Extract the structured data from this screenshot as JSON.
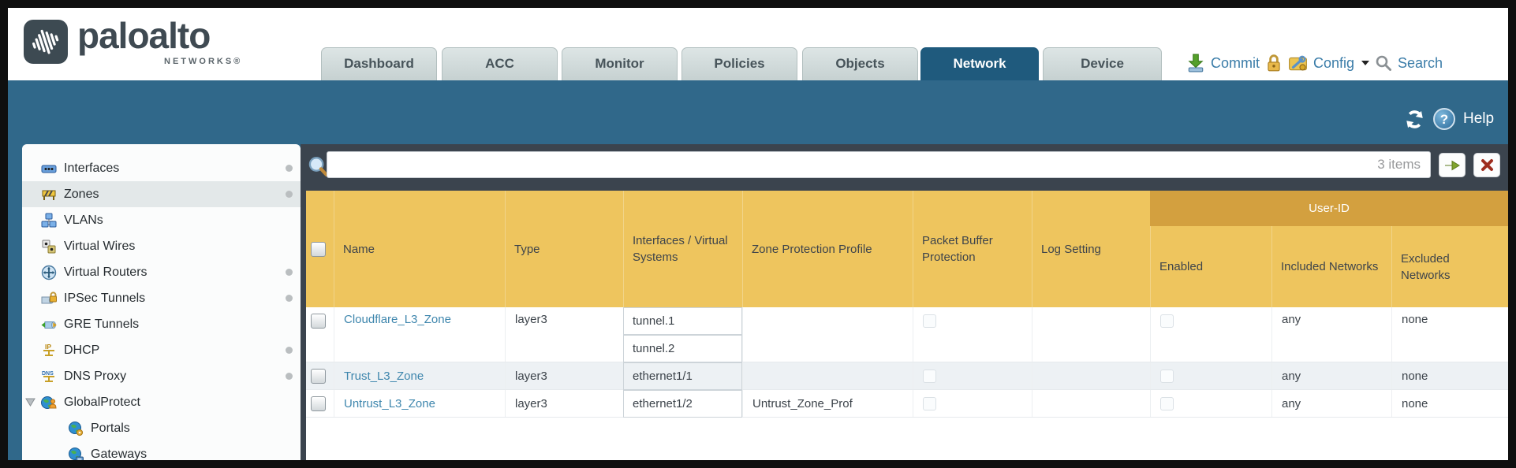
{
  "brand": {
    "name": "paloalto",
    "sub": "NETWORKS®"
  },
  "nav": {
    "tabs": [
      {
        "label": "Dashboard",
        "active": false
      },
      {
        "label": "ACC",
        "active": false
      },
      {
        "label": "Monitor",
        "active": false
      },
      {
        "label": "Policies",
        "active": false
      },
      {
        "label": "Objects",
        "active": false
      },
      {
        "label": "Network",
        "active": true
      },
      {
        "label": "Device",
        "active": false
      }
    ],
    "commit_label": "Commit",
    "config_label": "Config",
    "search_label": "Search"
  },
  "toolbar": {
    "help_label": "Help"
  },
  "filter": {
    "value": "",
    "count_label": "3 items"
  },
  "sidebar": {
    "items": [
      {
        "label": "Interfaces",
        "dot": true
      },
      {
        "label": "Zones",
        "dot": true,
        "selected": true
      },
      {
        "label": "VLANs",
        "dot": false
      },
      {
        "label": "Virtual Wires",
        "dot": false
      },
      {
        "label": "Virtual Routers",
        "dot": true
      },
      {
        "label": "IPSec Tunnels",
        "dot": true
      },
      {
        "label": "GRE Tunnels",
        "dot": false
      },
      {
        "label": "DHCP",
        "dot": true
      },
      {
        "label": "DNS Proxy",
        "dot": true
      },
      {
        "label": "GlobalProtect",
        "dot": false,
        "expanded": true
      },
      {
        "label": "Portals",
        "dot": false,
        "child": true
      },
      {
        "label": "Gateways",
        "dot": false,
        "child": true
      }
    ]
  },
  "table": {
    "group_header": "User-ID",
    "columns": [
      "Name",
      "Type",
      "Interfaces / Virtual Systems",
      "Zone Protection Profile",
      "Packet Buffer Protection",
      "Log Setting",
      "Enabled",
      "Included Networks",
      "Excluded Networks"
    ],
    "rows": [
      {
        "name": "Cloudflare_L3_Zone",
        "type": "layer3",
        "interfaces": [
          "tunnel.1",
          "tunnel.2"
        ],
        "zone_protection_profile": "",
        "log_setting": "",
        "included_networks": "any",
        "excluded_networks": "none"
      },
      {
        "name": "Trust_L3_Zone",
        "type": "layer3",
        "interfaces": [
          "ethernet1/1"
        ],
        "zone_protection_profile": "",
        "log_setting": "",
        "included_networks": "any",
        "excluded_networks": "none"
      },
      {
        "name": "Untrust_L3_Zone",
        "type": "layer3",
        "interfaces": [
          "ethernet1/2"
        ],
        "zone_protection_profile": "Untrust_Zone_Prof",
        "log_setting": "",
        "included_networks": "any",
        "excluded_networks": "none"
      }
    ]
  },
  "colors": {
    "teal_band": "#30688A",
    "tab_active": "#1F5A7D",
    "header_gold": "#EEC55E",
    "group_gold": "#D3A03F",
    "link_blue": "#3E86AD",
    "strip_dark": "#3B444E"
  }
}
